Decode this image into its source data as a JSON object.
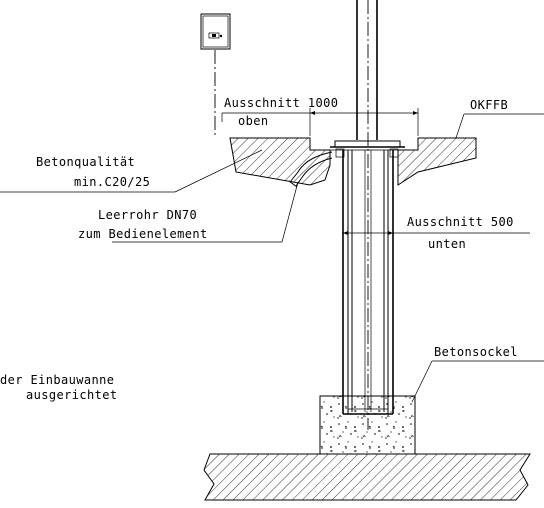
{
  "labels": {
    "cutout_top_1": "Ausschnitt 1000",
    "cutout_top_2": "oben",
    "okffb": "OKFFB",
    "concrete_quality_1": "Betonqualität",
    "concrete_quality_2": "min.C20/25",
    "conduit_1": "Leerrohr DN70",
    "conduit_2": "zum Bedienelement",
    "cutout_bottom_1": "Ausschnitt 500",
    "cutout_bottom_2": "unten",
    "concrete_base": "Betonsockel",
    "alignment_1": "der Einbauwanne",
    "alignment_2": "ausgerichtet"
  },
  "colors": {
    "line": "#000000",
    "background": "#ffffff"
  }
}
